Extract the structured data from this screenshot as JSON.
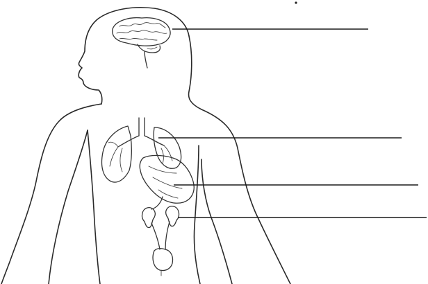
{
  "diagram": {
    "labels": [
      {
        "id": "brain",
        "text": ""
      },
      {
        "id": "lungs",
        "text": ""
      },
      {
        "id": "stomach",
        "text": ""
      },
      {
        "id": "kidneys",
        "text": ""
      }
    ]
  },
  "colors": {
    "ink": "#2a2a2a",
    "background": "#ffffff"
  }
}
